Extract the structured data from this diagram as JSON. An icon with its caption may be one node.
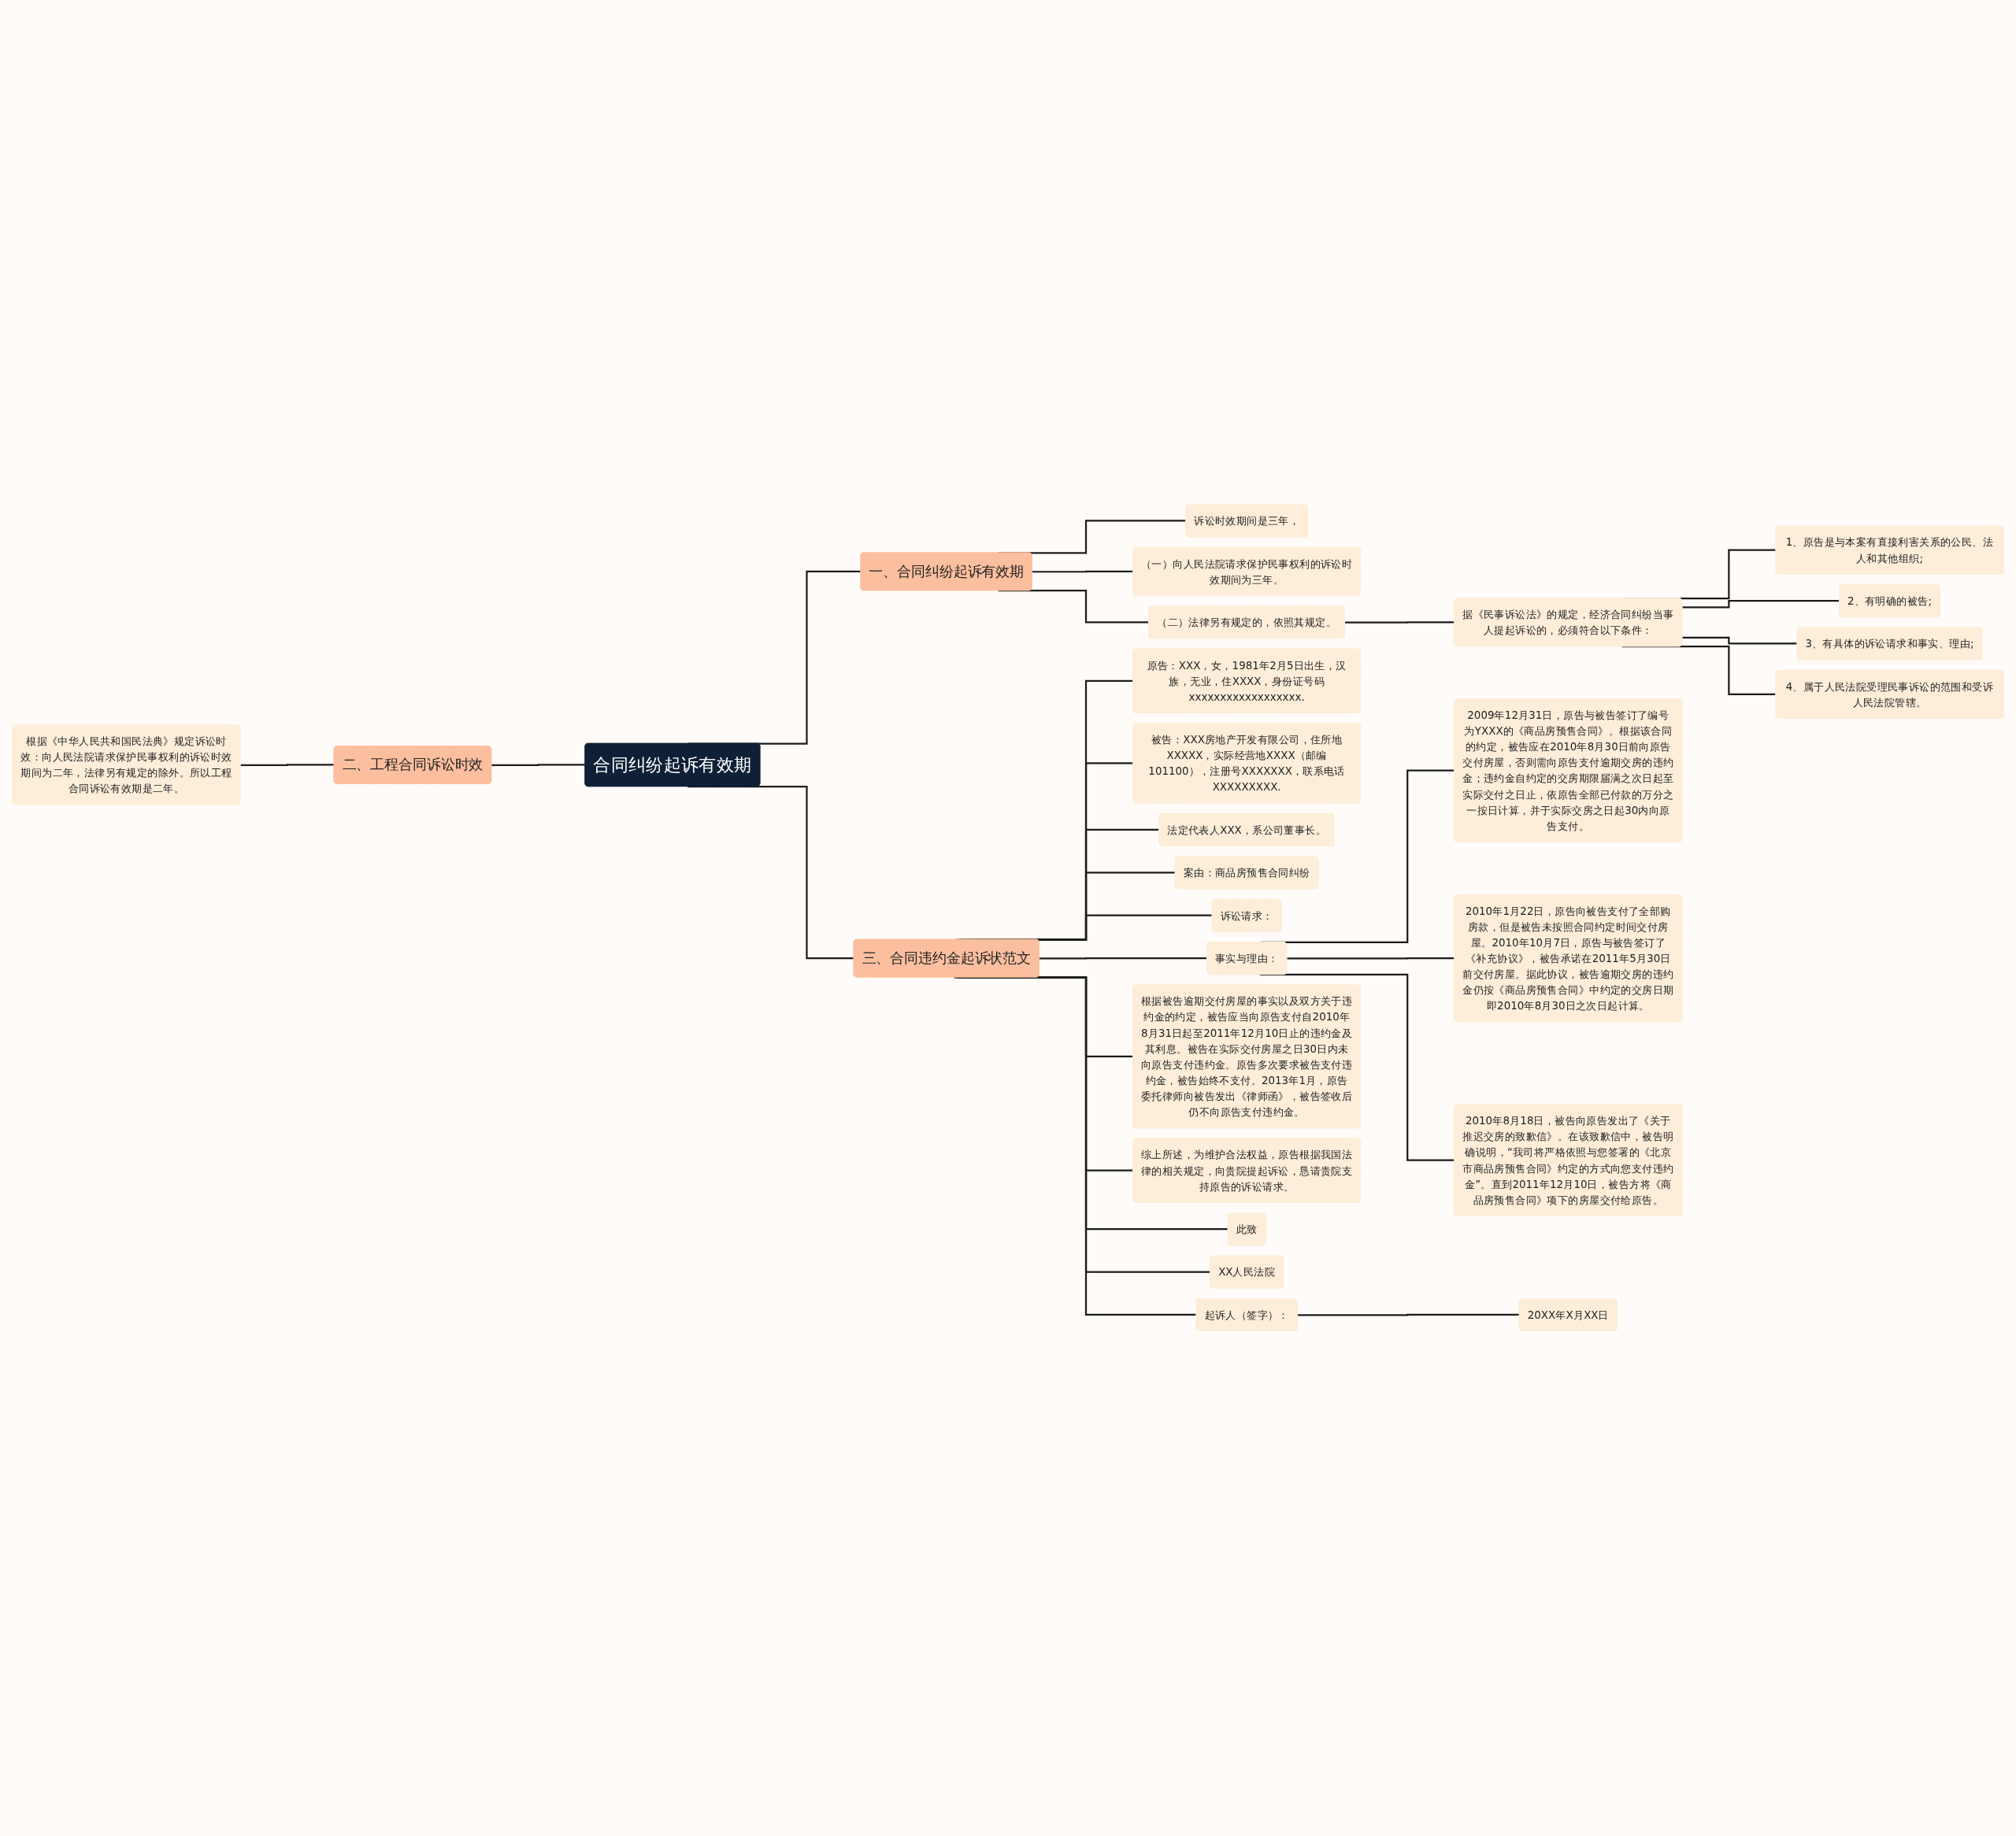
{
  "diagram": {
    "nodes": [
      {
        "text": [
          "合同纠纷起诉有效期"
        ]
      },
      {
        "text": [
          "一、合同纠纷起诉有效期"
        ]
      },
      {
        "text": [
          "诉讼时效期间是三年，"
        ]
      },
      {
        "text": [
          "（一）向人民法院请求保护民事权利的诉讼时效期间为三年。"
        ]
      },
      {
        "text": [
          "（二）法律另有规定的，依照其规定。"
        ]
      },
      {
        "text": [
          "据《民事诉讼法》的规定，经济合同纠纷当事人提起诉讼的，必须符合以下条件："
        ]
      },
      {
        "text": [
          "1、原告是与本案有直接利害关系的公民、法人和其他组织;"
        ]
      },
      {
        "text": [
          "2、有明确的被告;"
        ]
      },
      {
        "text": [
          "3、有具体的诉讼请求和事实、理由;"
        ]
      },
      {
        "text": [
          "4、属于人民法院受理民事诉讼的范围和受诉人民法院管辖。"
        ]
      },
      {
        "text": [
          "二、工程合同诉讼时效"
        ]
      },
      {
        "text": [
          "根据《中华人民共和国民法典》规定诉讼时效：向人民法院请求保护民事权利的诉讼时效期间为二年，法律另有规定的除外。所以工程合同诉讼有效期是二年。"
        ]
      },
      {
        "text": [
          "三、合同违约金起诉状范文"
        ]
      },
      {
        "text": [
          "原告：XXX，女，1981年2月5日出生，汉族，无业，住XXXX，身份证号码xxxxxxxxxxxxxxxxxx."
        ]
      },
      {
        "text": [
          "被告：XXX房地产开发有限公司，住所地XXXXX，实际经营地XXXX（邮编101100），注册号XXXXXXX，联系电话XXXXXXXXX."
        ]
      },
      {
        "text": [
          "法定代表人XXX，系公司董事长。"
        ]
      },
      {
        "text": [
          "案由：商品房预售合同纠纷"
        ]
      },
      {
        "text": [
          "诉讼请求："
        ]
      },
      {
        "text": [
          "事实与理由："
        ]
      },
      {
        "text": [
          "2009年12月31日，原告与被告签订了编号为YXXX的《商品房预售合同》。根据该合同的约定，被告应在2010年8月30日前向原告交付房屋，否则需向原告支付逾期交房的违约金；违约金自约定的交房期限届满之次日起至实际交付之日止，依原告全部已付款的万分之一按日计算，并于实际交房之日起30内向原告支付。"
        ]
      },
      {
        "text": [
          "2010年1月22日，原告向被告支付了全部购房款，但是被告未按照合同约定时间交付房屋。2010年10月7日，原告与被告签订了《补充协议》，被告承诺在2011年5月30日前交付房屋。据此协议，被告逾期交房的违约金仍按《商品房预售合同》中约定的交房日期即2010年8月30日之次日起计算。"
        ]
      },
      {
        "text": [
          "2010年8月18日，被告向原告发出了《关于推迟交房的致歉信》。在该致歉信中，被告明确说明，“我司将严格依照与您签署的《北京市商品房预售合同》约定的方式向您支付违约金”。直到2011年12月10日，被告方将《商品房预售合同》项下的房屋交付给原告。"
        ]
      },
      {
        "text": [
          "根据被告逾期交付房屋的事实以及双方关于违约金的约定，被告应当向原告支付自2010年8月31日起至2011年12月10日止的违约金及其利息。被告在实际交付房屋之日30日内未向原告支付违约金。原告多次要求被告支付违约金，被告始终不支付。2013年1月，原告委托律师向被告发出《律师函》，被告签收后仍不向原告支付违约金。"
        ]
      },
      {
        "text": [
          "综上所述，为维护合法权益，原告根据我国法律的相关规定，向贵院提起诉讼，恳请贵院支持原告的诉讼请求。"
        ]
      },
      {
        "text": [
          "此致"
        ]
      },
      {
        "text": [
          "XX人民法院"
        ]
      },
      {
        "text": [
          "起诉人（签字）："
        ]
      },
      {
        "text": [
          "20XX年X月XX日"
        ]
      }
    ],
    "edges": [
      {
        "from": 0,
        "to": 1,
        "arrow": "none"
      },
      {
        "from": 1,
        "to": 2,
        "arrow": "none"
      },
      {
        "from": 1,
        "to": 3,
        "arrow": "none"
      },
      {
        "from": 1,
        "to": 4,
        "arrow": "none"
      },
      {
        "from": 4,
        "to": 5,
        "arrow": "none"
      },
      {
        "from": 5,
        "to": 6,
        "arrow": "none"
      },
      {
        "from": 5,
        "to": 7,
        "arrow": "none"
      },
      {
        "from": 5,
        "to": 8,
        "arrow": "none"
      },
      {
        "from": 5,
        "to": 9,
        "arrow": "none"
      },
      {
        "from": 11,
        "to": 10,
        "arrow": "none"
      },
      {
        "from": 10,
        "to": 0,
        "arrow": "none"
      },
      {
        "from": 0,
        "to": 12,
        "arrow": "none"
      },
      {
        "from": 12,
        "to": 13,
        "arrow": "none"
      },
      {
        "from": 12,
        "to": 14,
        "arrow": "none"
      },
      {
        "from": 12,
        "to": 15,
        "arrow": "none"
      },
      {
        "from": 12,
        "to": 16,
        "arrow": "none"
      },
      {
        "from": 12,
        "to": 17,
        "arrow": "none"
      },
      {
        "from": 12,
        "to": 18,
        "arrow": "none"
      },
      {
        "from": 18,
        "to": 19,
        "arrow": "none"
      },
      {
        "from": 18,
        "to": 20,
        "arrow": "none"
      },
      {
        "from": 18,
        "to": 21,
        "arrow": "none"
      },
      {
        "from": 12,
        "to": 22,
        "arrow": "none"
      },
      {
        "from": 12,
        "to": 23,
        "arrow": "none"
      },
      {
        "from": 12,
        "to": 24,
        "arrow": "none"
      },
      {
        "from": 12,
        "to": 25,
        "arrow": "none"
      },
      {
        "from": 12,
        "to": 26,
        "arrow": "none"
      },
      {
        "from": 26,
        "to": 27,
        "arrow": "none"
      }
    ]
  }
}
